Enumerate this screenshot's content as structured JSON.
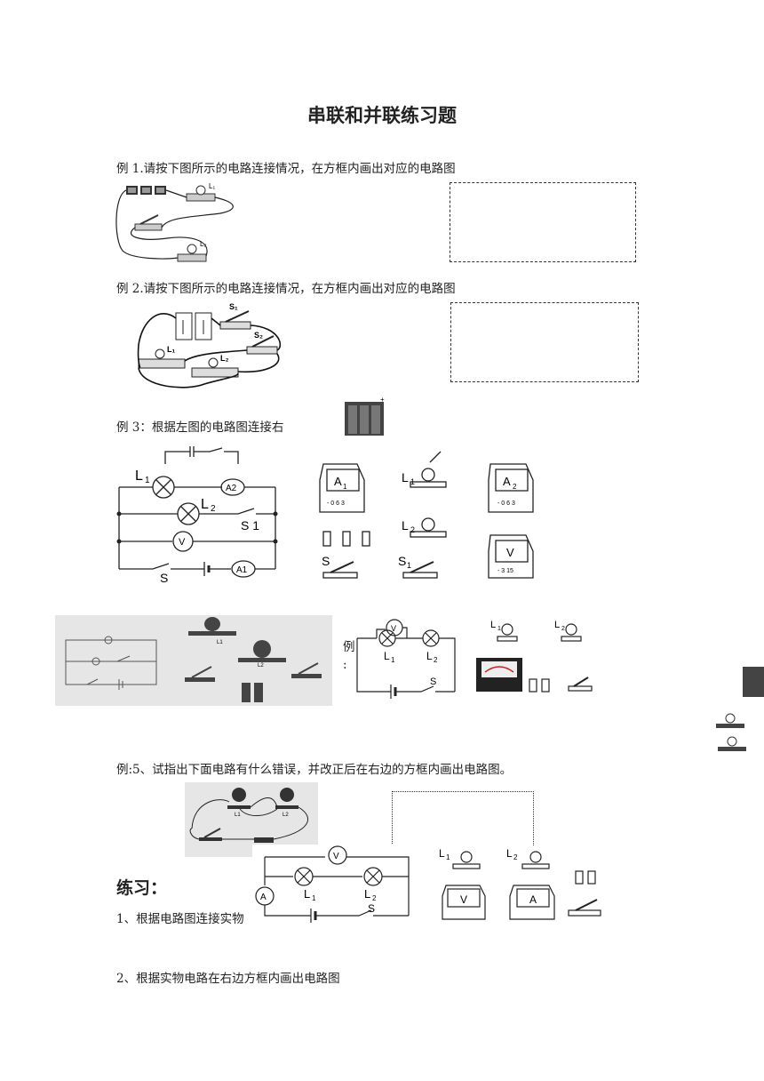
{
  "title": "串联和并联练习题",
  "examples": {
    "ex1": {
      "prompt": "例 1.请按下图所示的电路连接情况，在方框内画出对应的电路图",
      "lamps": [
        "L₁",
        "L₂"
      ]
    },
    "ex2": {
      "prompt": "例 2.请按下图所示的电路连接情况，在方框内画出对应的电路图",
      "switches": [
        "S₁",
        "S₂"
      ],
      "lamps": [
        "L₁",
        "L₂"
      ]
    },
    "ex3": {
      "prompt": "例 3：根据左图的电路图连接右",
      "diagram_labels": {
        "L1": "L",
        "L1_sub": "1",
        "L2": "L",
        "L2_sub": "2",
        "A2": "A2",
        "V": "V",
        "S1": "S 1",
        "A1": "A1",
        "S": "S"
      },
      "parts": {
        "A1": "A",
        "A1_sub": "1",
        "A2": "A",
        "A2_sub": "2",
        "L1": "L",
        "L1_sub": "1",
        "L2": "L",
        "L2_sub": "2",
        "V": "V",
        "S": "S",
        "S1": "S",
        "S1_sub": "1",
        "meter_scale": "- 0 6 3",
        "v_scale": "- 3 15"
      }
    },
    "ex4": {
      "prefix": "例",
      "colon": ":",
      "labels": {
        "V": "V",
        "L1": "L",
        "L1_sub": "1",
        "L2": "L",
        "L2_sub": "2",
        "S": "S"
      },
      "photo_labels": [
        "L1",
        "L2"
      ]
    },
    "ex5": {
      "prompt": "例:5、试指出下面电路有什么错误，并改正后在右边的方框内画出电路图。",
      "photo_labels": [
        "L1",
        "L2"
      ],
      "labels": {
        "V": "V",
        "A": "A",
        "L1": "L",
        "L1_sub": "1",
        "L2": "L",
        "L2_sub": "2",
        "S": "S"
      },
      "parts": {
        "L1": "L",
        "L1_sub": "1",
        "L2": "L",
        "L2_sub": "2",
        "V": "V",
        "A": "A"
      }
    }
  },
  "practice": {
    "heading": "练习：",
    "items": [
      "1、根据电路图连接实物",
      "2、根据实物电路在右边方框内画出电路图"
    ]
  },
  "colors": {
    "ink": "#222222",
    "photo_bg": "#e6e6e6"
  }
}
